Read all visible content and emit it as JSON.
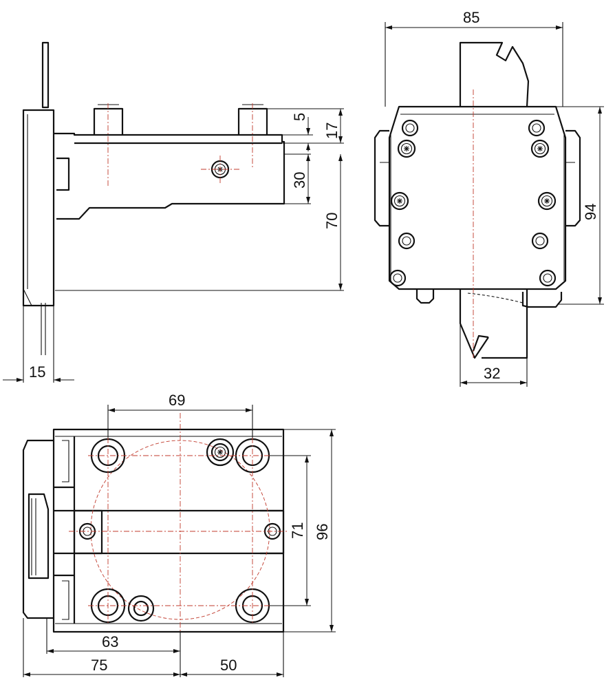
{
  "dimensions": {
    "side_view": {
      "d5": "5",
      "d17": "17",
      "d30": "30",
      "d70": "70",
      "d15": "15"
    },
    "front_view": {
      "d85": "85",
      "d94": "94",
      "d32": "32"
    },
    "top_view": {
      "d69": "69",
      "d71": "71",
      "d96": "96",
      "d63": "63",
      "d75": "75",
      "d50": "50"
    }
  }
}
